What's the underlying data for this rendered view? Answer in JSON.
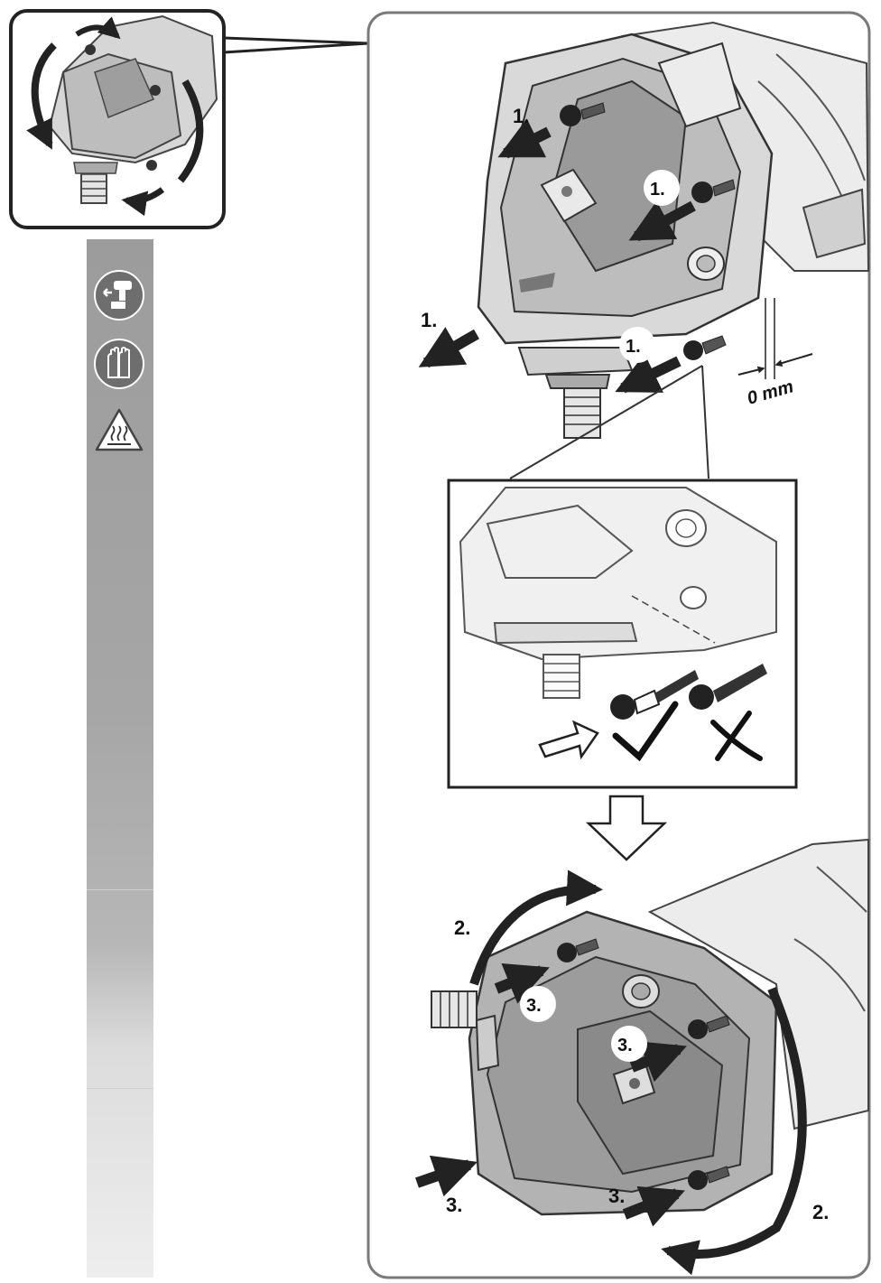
{
  "labels": {
    "step1": "1.",
    "step2": "2.",
    "step3": "3.",
    "gap": "0 mm"
  },
  "icons": [
    "drill-battery-remove-icon",
    "protective-gloves-icon",
    "hot-surface-warning-icon"
  ],
  "colors": {
    "sidebar": "#a8a8a8",
    "outline": "#777777",
    "housing": "#b9b9b9",
    "housing_dark": "#8e8e8e",
    "ink": "#111111"
  }
}
